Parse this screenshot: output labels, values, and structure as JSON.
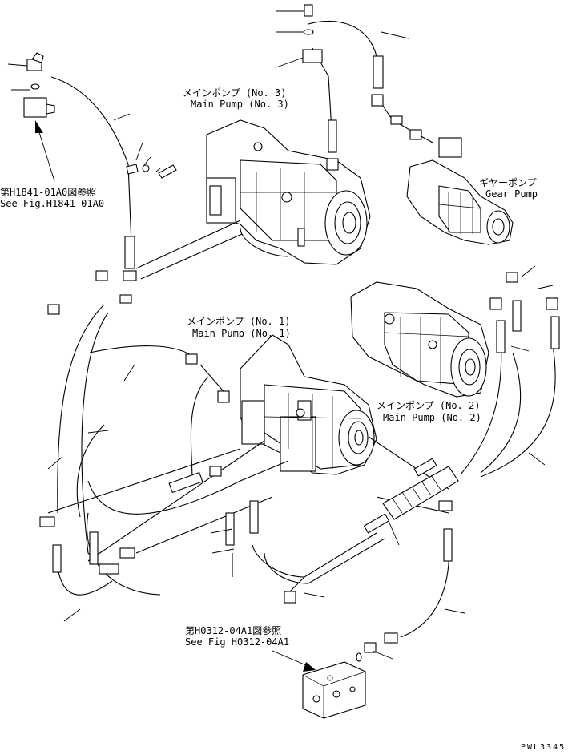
{
  "labels": {
    "pump3_jp": "メインポンプ (No. 3)",
    "pump3_en": "Main Pump (No. 3)",
    "gear_jp": "ギヤーポンプ",
    "gear_en": "Gear Pump",
    "ref1_jp": "第H1841-01A0図参照",
    "ref1_en": "See Fig.H1841-01A0",
    "pump1_jp": "メインポンプ (No. 1)",
    "pump1_en": "Main Pump (No. 1)",
    "pump2_jp": "メインポンプ (No. 2)",
    "pump2_en": "Main Pump (No. 2)",
    "ref2_jp": "第H0312-04A1図参照",
    "ref2_en": "See Fig H0312-04A1",
    "code": "PWL3345"
  }
}
